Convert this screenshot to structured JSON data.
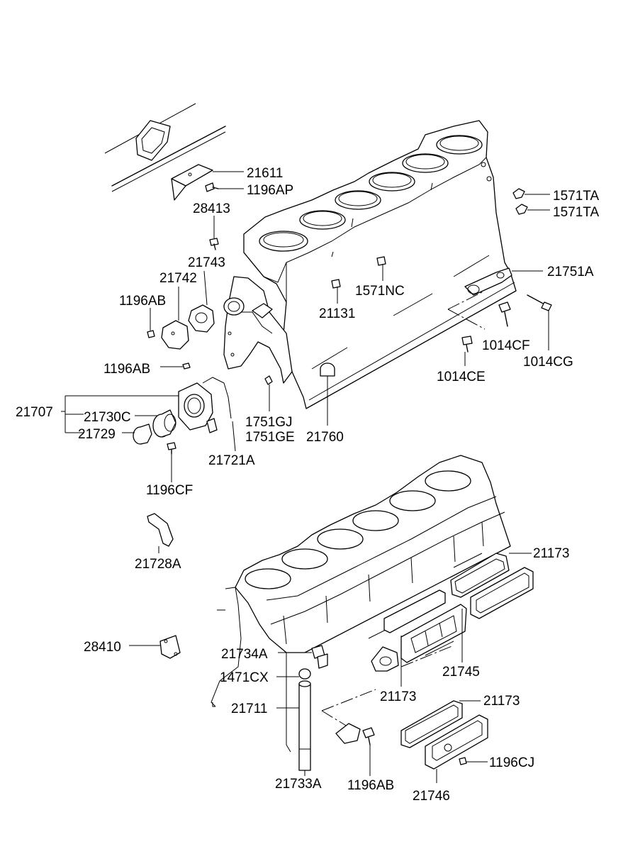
{
  "labels": {
    "l21611": "21611",
    "l1196AP": "1196AP",
    "l28413": "28413",
    "l1571TA_a": "1571TA",
    "l1571TA_b": "1571TA",
    "l21743": "21743",
    "l21742": "21742",
    "l1196AB_a": "1196AB",
    "l1196AB_b": "1196AB",
    "l1571NC": "1571NC",
    "l21131": "21131",
    "l21751A": "21751A",
    "l1014CF": "1014CF",
    "l1014CG": "1014CG",
    "l1014CE": "1014CE",
    "l21707": "21707",
    "l21730C": "21730C",
    "l21729": "21729",
    "l1751GJ": "1751GJ",
    "l1751GE": "1751GE",
    "l21760": "21760",
    "l21721A": "21721A",
    "l1196CF": "1196CF",
    "l21728A": "21728A",
    "l21173_a": "21173",
    "l28410": "28410",
    "l21734A": "21734A",
    "l1471CX": "1471CX",
    "l21745": "21745",
    "l21173_b": "21173",
    "l21711": "21711",
    "l21173_c": "21173",
    "l1196CJ": "1196CJ",
    "l21733A": "21733A",
    "l1196AB_c": "1196AB",
    "l21746": "21746"
  }
}
